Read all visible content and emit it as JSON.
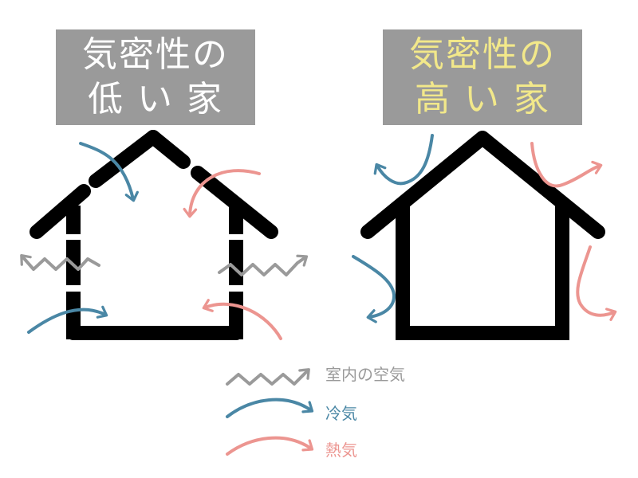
{
  "titles": {
    "low": {
      "line1": "気密性の",
      "line2": "低 い 家"
    },
    "high": {
      "line1": "気密性の",
      "line2": "高 い 家"
    }
  },
  "legend": {
    "indoor_air": "室内の空気",
    "cold_air": "冷気",
    "hot_air": "熱気"
  },
  "colors": {
    "title_bg": "#9a9a9a",
    "low_title_text": "#ffffff",
    "high_title_text": "#f2e88a",
    "house": "#000000",
    "indoor_air": "#9a9a9a",
    "cold_air": "#4a87a5",
    "hot_air": "#ec9590"
  }
}
